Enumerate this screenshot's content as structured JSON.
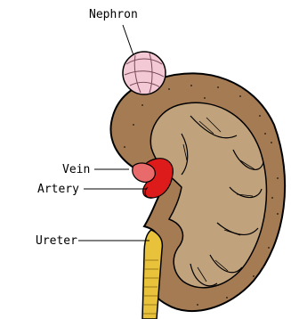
{
  "labels": {
    "nephron": "Nephron",
    "vein": "Vein",
    "artery": "Artery",
    "ureter": "Ureter"
  },
  "colors": {
    "cortex": "#a57b54",
    "medulla": "#c0a27c",
    "nephron": "#f3c9d6",
    "artery": "#dd1b1b",
    "vein": "#e86a6a",
    "ureter": "#e8c23a",
    "outline": "#000000"
  }
}
